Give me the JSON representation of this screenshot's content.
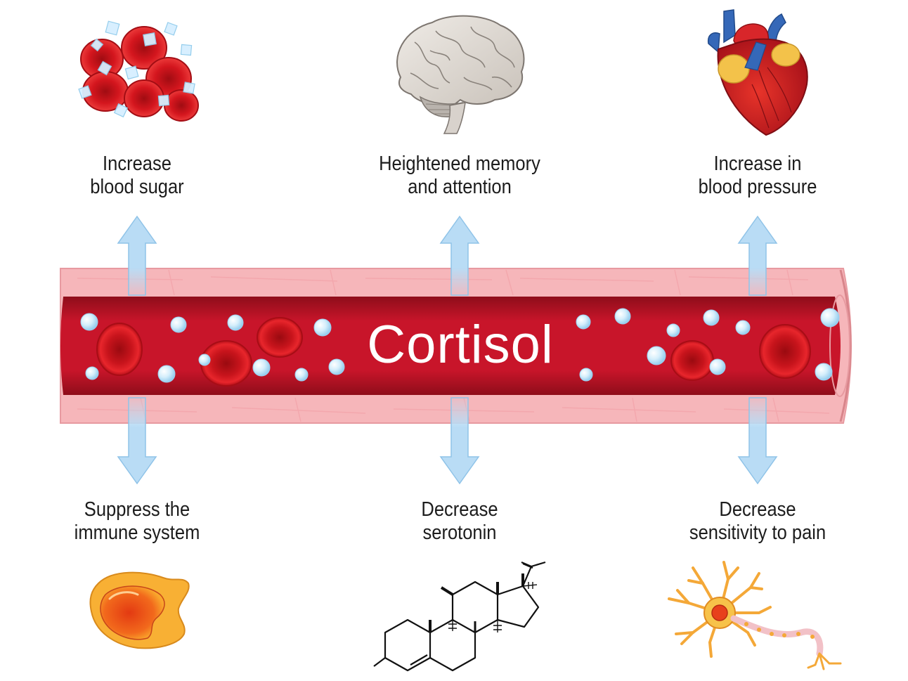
{
  "title": "Cortisol",
  "effects": {
    "top": [
      {
        "line1": "Increase",
        "line2": "blood sugar",
        "icon": "blood-cells-sugar-icon"
      },
      {
        "line1": "Heightened memory",
        "line2": "and attention",
        "icon": "brain-icon"
      },
      {
        "line1": "Increase in",
        "line2": "blood pressure",
        "icon": "heart-icon"
      }
    ],
    "bottom": [
      {
        "line1": "Suppress the",
        "line2": "immune system",
        "icon": "immune-cell-icon"
      },
      {
        "line1": "Decrease",
        "line2": "serotonin",
        "icon": "steroid-molecule-icon"
      },
      {
        "line1": "Decrease",
        "line2": "sensitivity to pain",
        "icon": "neuron-icon"
      }
    ]
  },
  "colors": {
    "vessel_wall": "#f6b2b6",
    "vessel_lumen": "#c8102e",
    "red_cell": "#d61b22",
    "cortisol_particle": "#bfe3f7",
    "arrow": "#b9dcf5"
  }
}
